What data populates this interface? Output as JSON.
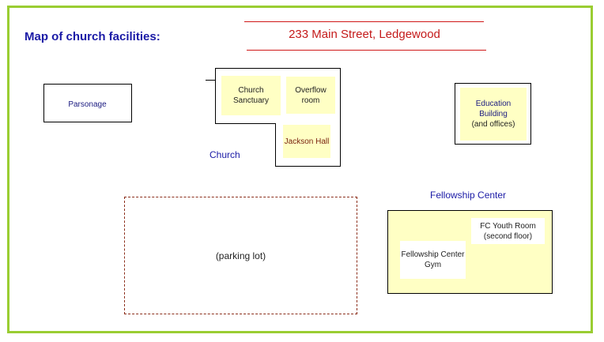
{
  "title": "Map of church facilities:",
  "address": "233 Main Street, Ledgewood",
  "buildings": {
    "parsonage": "Parsonage",
    "church_label": "Church",
    "church_sanctuary": "Church Sanctuary",
    "overflow_room": "Overflow room",
    "jackson_hall": "Jackson Hall",
    "education_building": "Education Building",
    "education_offices": "(and offices)",
    "fellowship_center_label": "Fellowship Center",
    "fc_youth_room": "FC Youth Room",
    "fc_youth_floor": "(second floor)",
    "fellowship_gym": "Fellowship Center Gym",
    "parking_lot": "(parking lot)"
  },
  "colors": {
    "frame_border": "#9acd32",
    "room_fill": "#ffffc4",
    "title_blue": "#1a1aa6",
    "address_red": "#c41a1a",
    "parking_border": "#8b2d1a"
  }
}
